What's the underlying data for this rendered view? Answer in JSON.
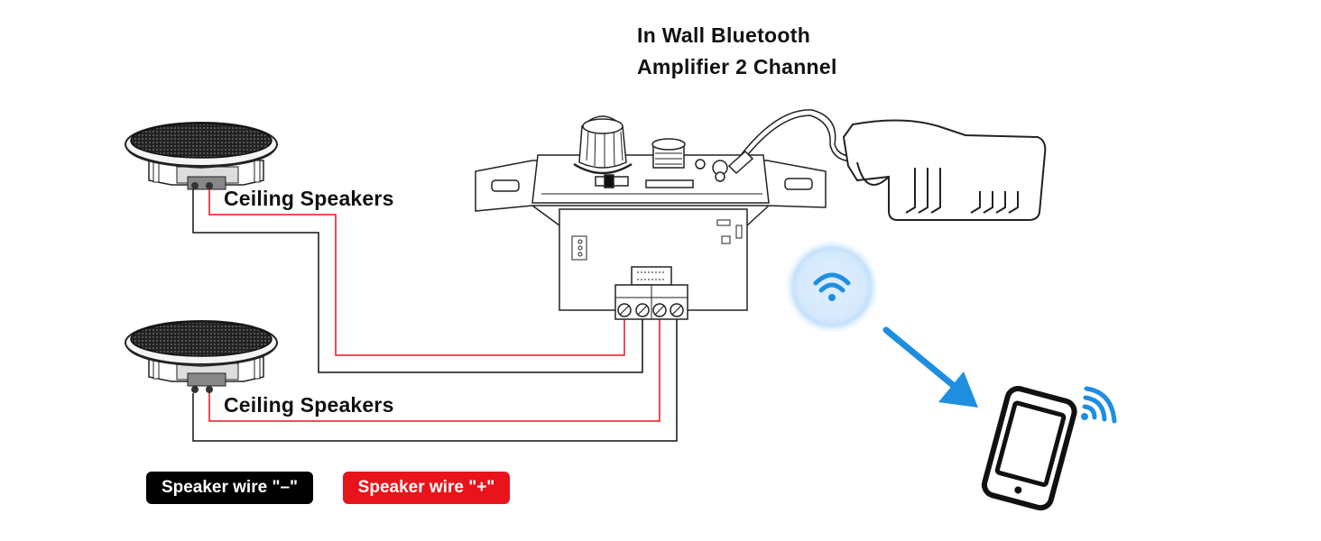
{
  "title": {
    "line1": "In Wall Bluetooth",
    "line2": "Amplifier 2 Channel"
  },
  "speakers": [
    {
      "label": "Ceiling Speakers"
    },
    {
      "label": "Ceiling Speakers"
    }
  ],
  "legend": {
    "negative": "Speaker wire \"–\"",
    "positive": "Speaker wire \"+\""
  },
  "colors": {
    "negative_wire": "#000000",
    "positive_wire": "#e8141b",
    "wifi_accent": "#1e8fe0",
    "arrow": "#1e8fe0"
  },
  "icons": [
    "ceiling-speaker",
    "amplifier",
    "power-adapter",
    "wifi-signal",
    "phone",
    "arrow"
  ]
}
